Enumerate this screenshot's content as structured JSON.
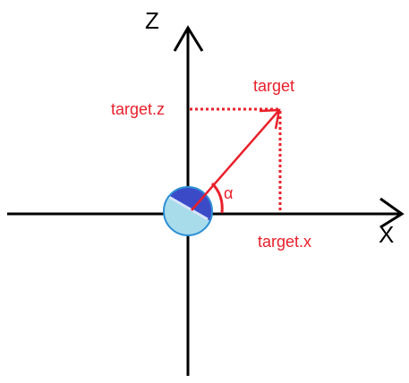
{
  "diagram": {
    "axes": {
      "horizontal_label": "X",
      "vertical_label": "Z"
    },
    "labels": {
      "target": "target",
      "target_z": "target.z",
      "target_x": "target.x",
      "angle": "α"
    },
    "colors": {
      "axis": "#000000",
      "accent_red": "#e8202a",
      "sphere_fill": "#a8dcea",
      "sphere_outline": "#2d8fd6",
      "sphere_cap": "#3b4bc8",
      "sphere_cap_edge": "#d8e4f8"
    }
  }
}
